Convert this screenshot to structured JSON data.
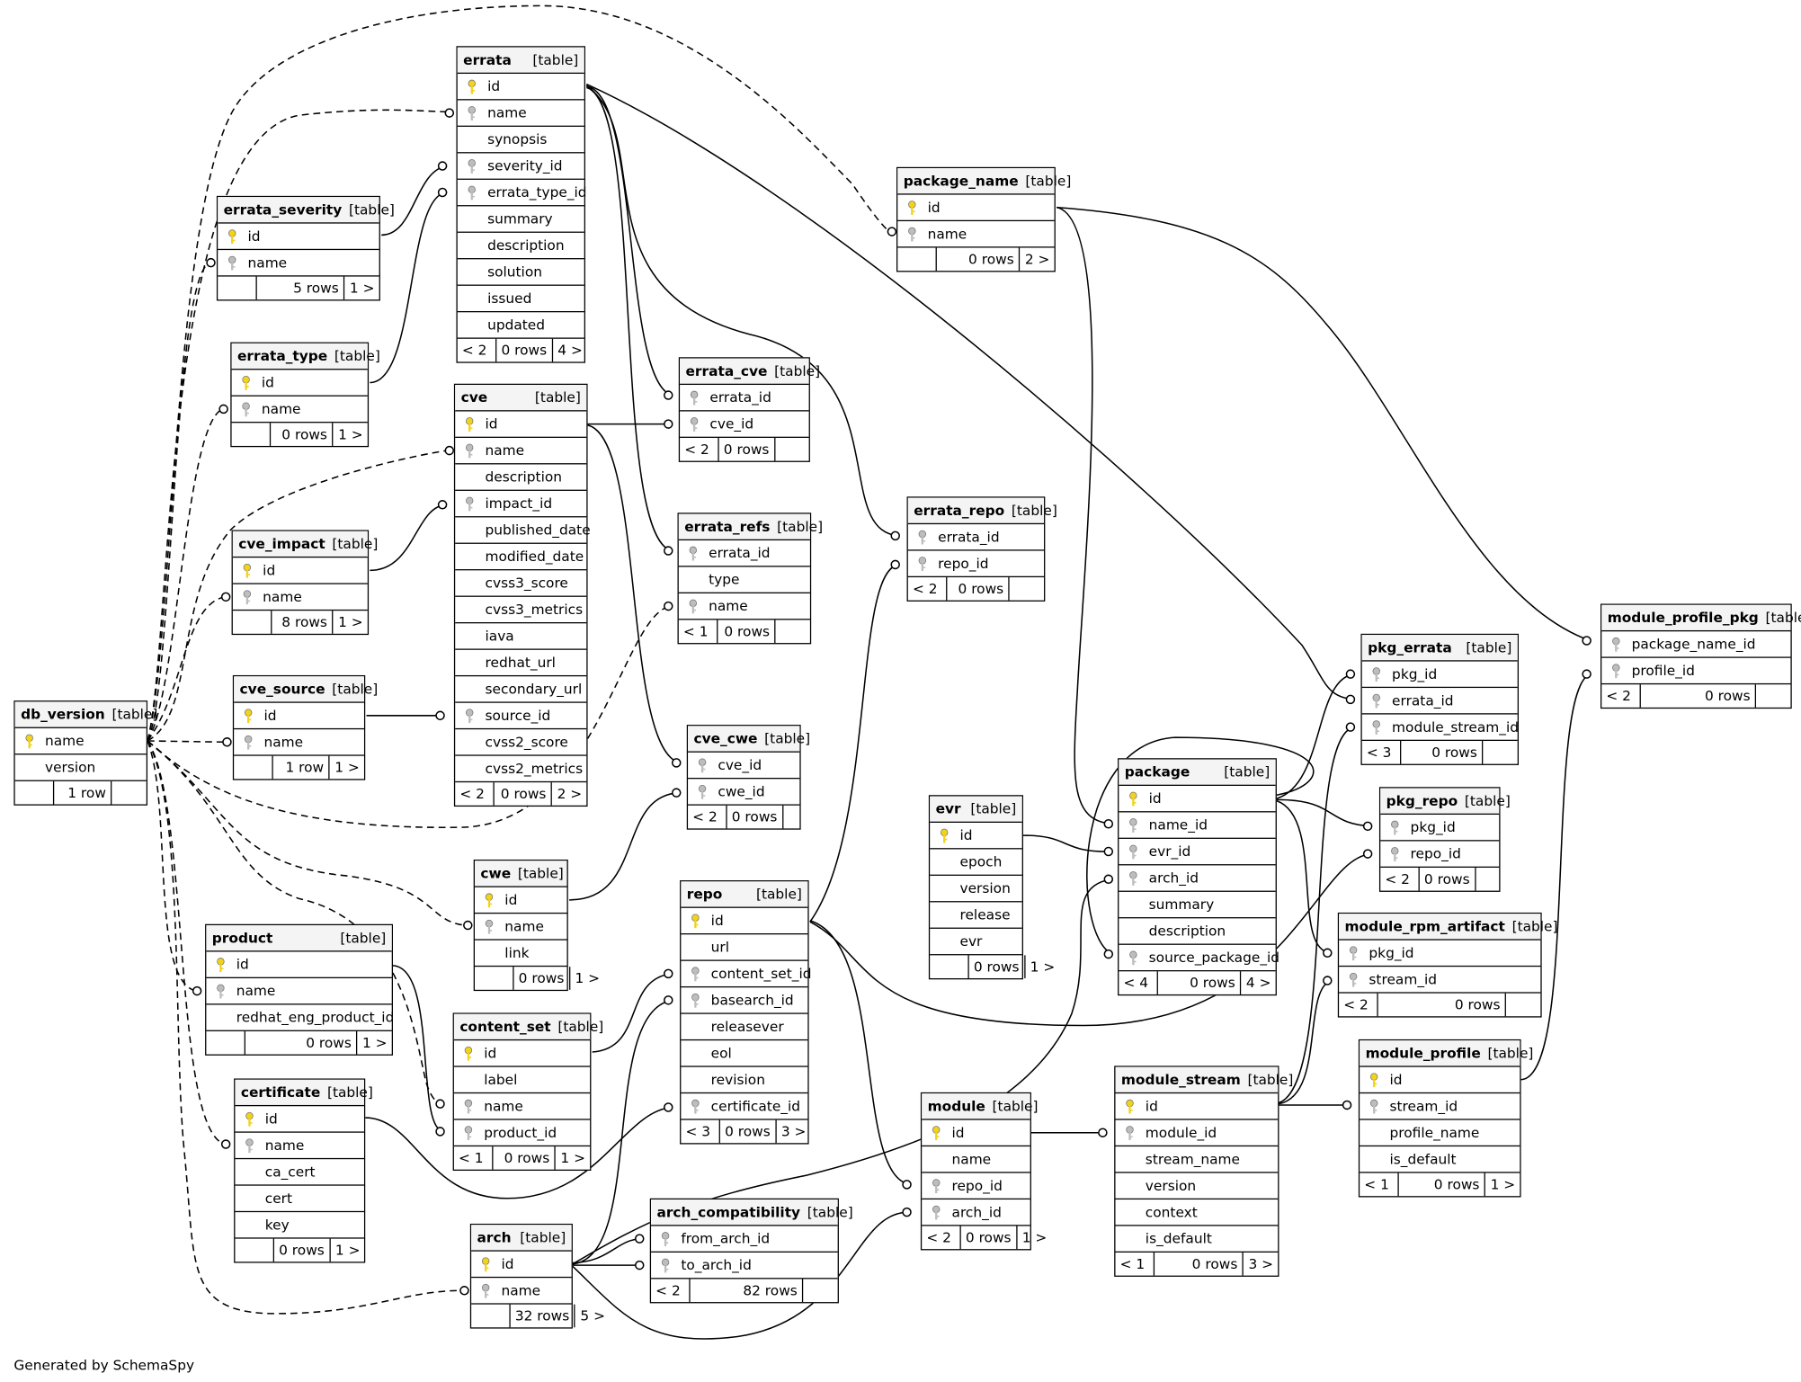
{
  "credit": "Generated by SchemaSpy",
  "tag": "[table]",
  "tables": [
    {
      "name": "errata",
      "left_ref": "< 2",
      "rows": "0 rows",
      "right_ref": "4 >",
      "fields": [
        {
          "n": "id",
          "k": "pk"
        },
        {
          "n": "name",
          "k": "fk"
        },
        {
          "n": "synopsis",
          "k": ""
        },
        {
          "n": "severity_id",
          "k": "fk"
        },
        {
          "n": "errata_type_id",
          "k": "fk"
        },
        {
          "n": "summary",
          "k": ""
        },
        {
          "n": "description",
          "k": ""
        },
        {
          "n": "solution",
          "k": ""
        },
        {
          "n": "issued",
          "k": ""
        },
        {
          "n": "updated",
          "k": ""
        }
      ]
    },
    {
      "name": "errata_severity",
      "left_ref": "",
      "rows": "5 rows",
      "right_ref": "1 >",
      "fields": [
        {
          "n": "id",
          "k": "pk"
        },
        {
          "n": "name",
          "k": "fk"
        }
      ]
    },
    {
      "name": "errata_type",
      "left_ref": "",
      "rows": "0 rows",
      "right_ref": "1 >",
      "fields": [
        {
          "n": "id",
          "k": "pk"
        },
        {
          "n": "name",
          "k": "fk"
        }
      ]
    },
    {
      "name": "cve",
      "left_ref": "< 2",
      "rows": "0 rows",
      "right_ref": "2 >",
      "fields": [
        {
          "n": "id",
          "k": "pk"
        },
        {
          "n": "name",
          "k": "fk"
        },
        {
          "n": "description",
          "k": ""
        },
        {
          "n": "impact_id",
          "k": "fk"
        },
        {
          "n": "published_date",
          "k": ""
        },
        {
          "n": "modified_date",
          "k": ""
        },
        {
          "n": "cvss3_score",
          "k": ""
        },
        {
          "n": "cvss3_metrics",
          "k": ""
        },
        {
          "n": "iava",
          "k": ""
        },
        {
          "n": "redhat_url",
          "k": ""
        },
        {
          "n": "secondary_url",
          "k": ""
        },
        {
          "n": "source_id",
          "k": "fk"
        },
        {
          "n": "cvss2_score",
          "k": ""
        },
        {
          "n": "cvss2_metrics",
          "k": ""
        }
      ]
    },
    {
      "name": "cve_impact",
      "left_ref": "",
      "rows": "8 rows",
      "right_ref": "1 >",
      "fields": [
        {
          "n": "id",
          "k": "pk"
        },
        {
          "n": "name",
          "k": "fk"
        }
      ]
    },
    {
      "name": "cve_source",
      "left_ref": "",
      "rows": "1 row",
      "right_ref": "1 >",
      "fields": [
        {
          "n": "id",
          "k": "pk"
        },
        {
          "n": "name",
          "k": "fk"
        }
      ]
    },
    {
      "name": "db_version",
      "left_ref": "",
      "rows": "1 row",
      "right_ref": "",
      "fields": [
        {
          "n": "name",
          "k": "pk"
        },
        {
          "n": "version",
          "k": ""
        }
      ]
    },
    {
      "name": "errata_cve",
      "left_ref": "< 2",
      "rows": "0 rows",
      "right_ref": "",
      "fields": [
        {
          "n": "errata_id",
          "k": "fk"
        },
        {
          "n": "cve_id",
          "k": "fk"
        }
      ]
    },
    {
      "name": "errata_refs",
      "left_ref": "< 1",
      "rows": "0 rows",
      "right_ref": "",
      "fields": [
        {
          "n": "errata_id",
          "k": "fk"
        },
        {
          "n": "type",
          "k": ""
        },
        {
          "n": "name",
          "k": "fk"
        }
      ]
    },
    {
      "name": "cve_cwe",
      "left_ref": "< 2",
      "rows": "0 rows",
      "right_ref": "",
      "fields": [
        {
          "n": "cve_id",
          "k": "fk"
        },
        {
          "n": "cwe_id",
          "k": "fk"
        }
      ]
    },
    {
      "name": "cwe",
      "left_ref": "",
      "rows": "0 rows",
      "right_ref": "1 >",
      "fields": [
        {
          "n": "id",
          "k": "pk"
        },
        {
          "n": "name",
          "k": "fk"
        },
        {
          "n": "link",
          "k": ""
        }
      ]
    },
    {
      "name": "product",
      "left_ref": "",
      "rows": "0 rows",
      "right_ref": "1 >",
      "fields": [
        {
          "n": "id",
          "k": "pk"
        },
        {
          "n": "name",
          "k": "fk"
        },
        {
          "n": "redhat_eng_product_id",
          "k": ""
        }
      ]
    },
    {
      "name": "certificate",
      "left_ref": "",
      "rows": "0 rows",
      "right_ref": "1 >",
      "fields": [
        {
          "n": "id",
          "k": "pk"
        },
        {
          "n": "name",
          "k": "fk"
        },
        {
          "n": "ca_cert",
          "k": ""
        },
        {
          "n": "cert",
          "k": ""
        },
        {
          "n": "key",
          "k": ""
        }
      ]
    },
    {
      "name": "content_set",
      "left_ref": "< 1",
      "rows": "0 rows",
      "right_ref": "1 >",
      "fields": [
        {
          "n": "id",
          "k": "pk"
        },
        {
          "n": "label",
          "k": ""
        },
        {
          "n": "name",
          "k": "fk"
        },
        {
          "n": "product_id",
          "k": "fk"
        }
      ]
    },
    {
      "name": "arch",
      "left_ref": "",
      "rows": "32 rows",
      "right_ref": "5 >",
      "fields": [
        {
          "n": "id",
          "k": "pk"
        },
        {
          "n": "name",
          "k": "fk"
        }
      ]
    },
    {
      "name": "repo",
      "left_ref": "< 3",
      "rows": "0 rows",
      "right_ref": "3 >",
      "fields": [
        {
          "n": "id",
          "k": "pk"
        },
        {
          "n": "url",
          "k": ""
        },
        {
          "n": "content_set_id",
          "k": "fk"
        },
        {
          "n": "basearch_id",
          "k": "fk"
        },
        {
          "n": "releasever",
          "k": ""
        },
        {
          "n": "eol",
          "k": ""
        },
        {
          "n": "revision",
          "k": ""
        },
        {
          "n": "certificate_id",
          "k": "fk"
        }
      ]
    },
    {
      "name": "arch_compatibility",
      "left_ref": "< 2",
      "rows": "82 rows",
      "right_ref": "",
      "fields": [
        {
          "n": "from_arch_id",
          "k": "fk"
        },
        {
          "n": "to_arch_id",
          "k": "fk"
        }
      ]
    },
    {
      "name": "package_name",
      "left_ref": "",
      "rows": "0 rows",
      "right_ref": "2 >",
      "fields": [
        {
          "n": "id",
          "k": "pk"
        },
        {
          "n": "name",
          "k": "fk"
        }
      ]
    },
    {
      "name": "errata_repo",
      "left_ref": "< 2",
      "rows": "0 rows",
      "right_ref": "",
      "fields": [
        {
          "n": "errata_id",
          "k": "fk"
        },
        {
          "n": "repo_id",
          "k": "fk"
        }
      ]
    },
    {
      "name": "evr",
      "left_ref": "",
      "rows": "0 rows",
      "right_ref": "1 >",
      "fields": [
        {
          "n": "id",
          "k": "pk"
        },
        {
          "n": "epoch",
          "k": ""
        },
        {
          "n": "version",
          "k": ""
        },
        {
          "n": "release",
          "k": ""
        },
        {
          "n": "evr",
          "k": ""
        }
      ]
    },
    {
      "name": "package",
      "left_ref": "< 4",
      "rows": "0 rows",
      "right_ref": "4 >",
      "fields": [
        {
          "n": "id",
          "k": "pk"
        },
        {
          "n": "name_id",
          "k": "fk"
        },
        {
          "n": "evr_id",
          "k": "fk"
        },
        {
          "n": "arch_id",
          "k": "fk"
        },
        {
          "n": "summary",
          "k": ""
        },
        {
          "n": "description",
          "k": ""
        },
        {
          "n": "source_package_id",
          "k": "fk"
        }
      ]
    },
    {
      "name": "module",
      "left_ref": "< 2",
      "rows": "0 rows",
      "right_ref": "1 >",
      "fields": [
        {
          "n": "id",
          "k": "pk"
        },
        {
          "n": "name",
          "k": ""
        },
        {
          "n": "repo_id",
          "k": "fk"
        },
        {
          "n": "arch_id",
          "k": "fk"
        }
      ]
    },
    {
      "name": "module_stream",
      "left_ref": "< 1",
      "rows": "0 rows",
      "right_ref": "3 >",
      "fields": [
        {
          "n": "id",
          "k": "pk"
        },
        {
          "n": "module_id",
          "k": "fk"
        },
        {
          "n": "stream_name",
          "k": ""
        },
        {
          "n": "version",
          "k": ""
        },
        {
          "n": "context",
          "k": ""
        },
        {
          "n": "is_default",
          "k": ""
        }
      ]
    },
    {
      "name": "pkg_errata",
      "left_ref": "< 3",
      "rows": "0 rows",
      "right_ref": "",
      "fields": [
        {
          "n": "pkg_id",
          "k": "fk"
        },
        {
          "n": "errata_id",
          "k": "fk"
        },
        {
          "n": "module_stream_id",
          "k": "fk"
        }
      ]
    },
    {
      "name": "pkg_repo",
      "left_ref": "< 2",
      "rows": "0 rows",
      "right_ref": "",
      "fields": [
        {
          "n": "pkg_id",
          "k": "fk"
        },
        {
          "n": "repo_id",
          "k": "fk"
        }
      ]
    },
    {
      "name": "module_rpm_artifact",
      "left_ref": "< 2",
      "rows": "0 rows",
      "right_ref": "",
      "fields": [
        {
          "n": "pkg_id",
          "k": "fk"
        },
        {
          "n": "stream_id",
          "k": "fk"
        }
      ]
    },
    {
      "name": "module_profile",
      "left_ref": "< 1",
      "rows": "0 rows",
      "right_ref": "1 >",
      "fields": [
        {
          "n": "id",
          "k": "pk"
        },
        {
          "n": "stream_id",
          "k": "fk"
        },
        {
          "n": "profile_name",
          "k": ""
        },
        {
          "n": "is_default",
          "k": ""
        }
      ]
    },
    {
      "name": "module_profile_pkg",
      "left_ref": "< 2",
      "rows": "0 rows",
      "right_ref": "",
      "fields": [
        {
          "n": "package_name_id",
          "k": "fk"
        },
        {
          "n": "profile_id",
          "k": "fk"
        }
      ]
    }
  ],
  "relations": [
    {
      "from": "errata_severity.id",
      "to": "errata.severity_id",
      "style": "solid"
    },
    {
      "from": "errata_type.id",
      "to": "errata.errata_type_id",
      "style": "solid"
    },
    {
      "from": "cve_impact.id",
      "to": "cve.impact_id",
      "style": "solid"
    },
    {
      "from": "cve_source.id",
      "to": "cve.source_id",
      "style": "solid"
    },
    {
      "from": "errata.id",
      "to": "errata_cve.errata_id",
      "style": "solid"
    },
    {
      "from": "cve.id",
      "to": "errata_cve.cve_id",
      "style": "solid"
    },
    {
      "from": "errata.id",
      "to": "errata_refs.errata_id",
      "style": "solid"
    },
    {
      "from": "cve.id",
      "to": "cve_cwe.cve_id",
      "style": "solid"
    },
    {
      "from": "cwe.id",
      "to": "cve_cwe.cwe_id",
      "style": "solid"
    },
    {
      "from": "errata.id",
      "to": "errata_repo.errata_id",
      "style": "solid"
    },
    {
      "from": "repo.id",
      "to": "errata_repo.repo_id",
      "style": "solid"
    },
    {
      "from": "errata.id",
      "to": "pkg_errata.errata_id",
      "style": "solid"
    },
    {
      "from": "product.id",
      "to": "content_set.product_id",
      "style": "solid"
    },
    {
      "from": "content_set.id",
      "to": "repo.content_set_id",
      "style": "solid"
    },
    {
      "from": "arch.id",
      "to": "repo.basearch_id",
      "style": "solid"
    },
    {
      "from": "certificate.id",
      "to": "repo.certificate_id",
      "style": "solid"
    },
    {
      "from": "arch.id",
      "to": "arch_compatibility.from_arch_id",
      "style": "solid"
    },
    {
      "from": "arch.id",
      "to": "arch_compatibility.to_arch_id",
      "style": "solid"
    },
    {
      "from": "arch.id",
      "to": "module.arch_id",
      "style": "solid"
    },
    {
      "from": "arch.id",
      "to": "package.arch_id",
      "style": "solid"
    },
    {
      "from": "repo.id",
      "to": "module.repo_id",
      "style": "solid"
    },
    {
      "from": "repo.id",
      "to": "pkg_repo.repo_id",
      "style": "solid"
    },
    {
      "from": "package_name.id",
      "to": "package.name_id",
      "style": "solid"
    },
    {
      "from": "package_name.id",
      "to": "module_profile_pkg.package_name_id",
      "style": "solid"
    },
    {
      "from": "evr.id",
      "to": "package.evr_id",
      "style": "solid"
    },
    {
      "from": "package.id",
      "to": "package.source_package_id",
      "style": "solid"
    },
    {
      "from": "package.id",
      "to": "pkg_errata.pkg_id",
      "style": "solid"
    },
    {
      "from": "package.id",
      "to": "pkg_repo.pkg_id",
      "style": "solid"
    },
    {
      "from": "package.id",
      "to": "module_rpm_artifact.pkg_id",
      "style": "solid"
    },
    {
      "from": "module.id",
      "to": "module_stream.module_id",
      "style": "solid"
    },
    {
      "from": "module_stream.id",
      "to": "module_profile.stream_id",
      "style": "solid"
    },
    {
      "from": "module_stream.id",
      "to": "module_rpm_artifact.stream_id",
      "style": "solid"
    },
    {
      "from": "module_stream.id",
      "to": "pkg_errata.module_stream_id",
      "style": "solid"
    },
    {
      "from": "module_profile.id",
      "to": "module_profile_pkg.profile_id",
      "style": "solid"
    },
    {
      "from": "db_version.name",
      "to": "errata.name",
      "style": "dashed"
    },
    {
      "from": "db_version.name",
      "to": "errata_severity.name",
      "style": "dashed"
    },
    {
      "from": "db_version.name",
      "to": "errata_type.name",
      "style": "dashed"
    },
    {
      "from": "db_version.name",
      "to": "cve.name",
      "style": "dashed"
    },
    {
      "from": "db_version.name",
      "to": "cve_impact.name",
      "style": "dashed"
    },
    {
      "from": "db_version.name",
      "to": "cve_source.name",
      "style": "dashed"
    },
    {
      "from": "db_version.name",
      "to": "errata_refs.name",
      "style": "dashed"
    },
    {
      "from": "db_version.name",
      "to": "cwe.name",
      "style": "dashed"
    },
    {
      "from": "db_version.name",
      "to": "product.name",
      "style": "dashed"
    },
    {
      "from": "db_version.name",
      "to": "content_set.name",
      "style": "dashed"
    },
    {
      "from": "db_version.name",
      "to": "certificate.name",
      "style": "dashed"
    },
    {
      "from": "db_version.name",
      "to": "arch.name",
      "style": "dashed"
    },
    {
      "from": "db_version.name",
      "to": "package_name.name",
      "style": "dashed"
    }
  ]
}
